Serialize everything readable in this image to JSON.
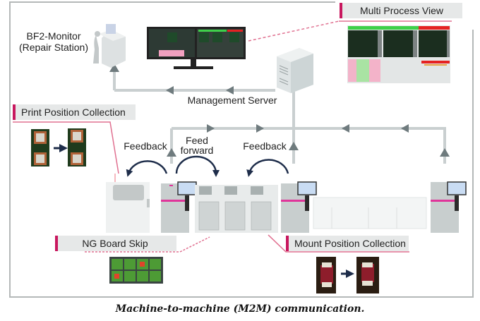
{
  "nodes": {
    "repair_station": {
      "line1": "BF2-Monitor",
      "line2": "(Repair Station)",
      "icon": "repair-station-icon"
    },
    "monitor": {
      "icon": "dual-monitor-icon"
    },
    "server": {
      "label": "Management Server",
      "icon": "server-tower-icon"
    }
  },
  "callouts": {
    "multi_process_view": "Multi Process View",
    "print_position": "Print Position Collection",
    "ng_board_skip": "NG Board Skip",
    "mount_position": "Mount Position Collection"
  },
  "flows": {
    "feedback_left": "Feedback",
    "feed_forward_line1": "Feed",
    "feed_forward_line2": "forward",
    "feedback_right": "Feedback"
  },
  "line_machines": [
    {
      "name": "printer",
      "icon": "screen-printer-icon"
    },
    {
      "name": "spi",
      "icon": "inspection-machine-icon"
    },
    {
      "name": "mounter",
      "icon": "mounter-icon"
    },
    {
      "name": "aoi-pre-reflow",
      "icon": "inspection-machine-icon"
    },
    {
      "name": "reflow",
      "icon": "reflow-oven-icon"
    },
    {
      "name": "aoi-post-reflow",
      "icon": "inspection-machine-icon"
    }
  ],
  "colors": {
    "accent": "#c8175e",
    "arrow": "#6f7b7e",
    "curve": "#1e2d4a",
    "callout_bg": "#e6e8e8"
  },
  "caption": "Machine-to-machine (M2M) communication."
}
